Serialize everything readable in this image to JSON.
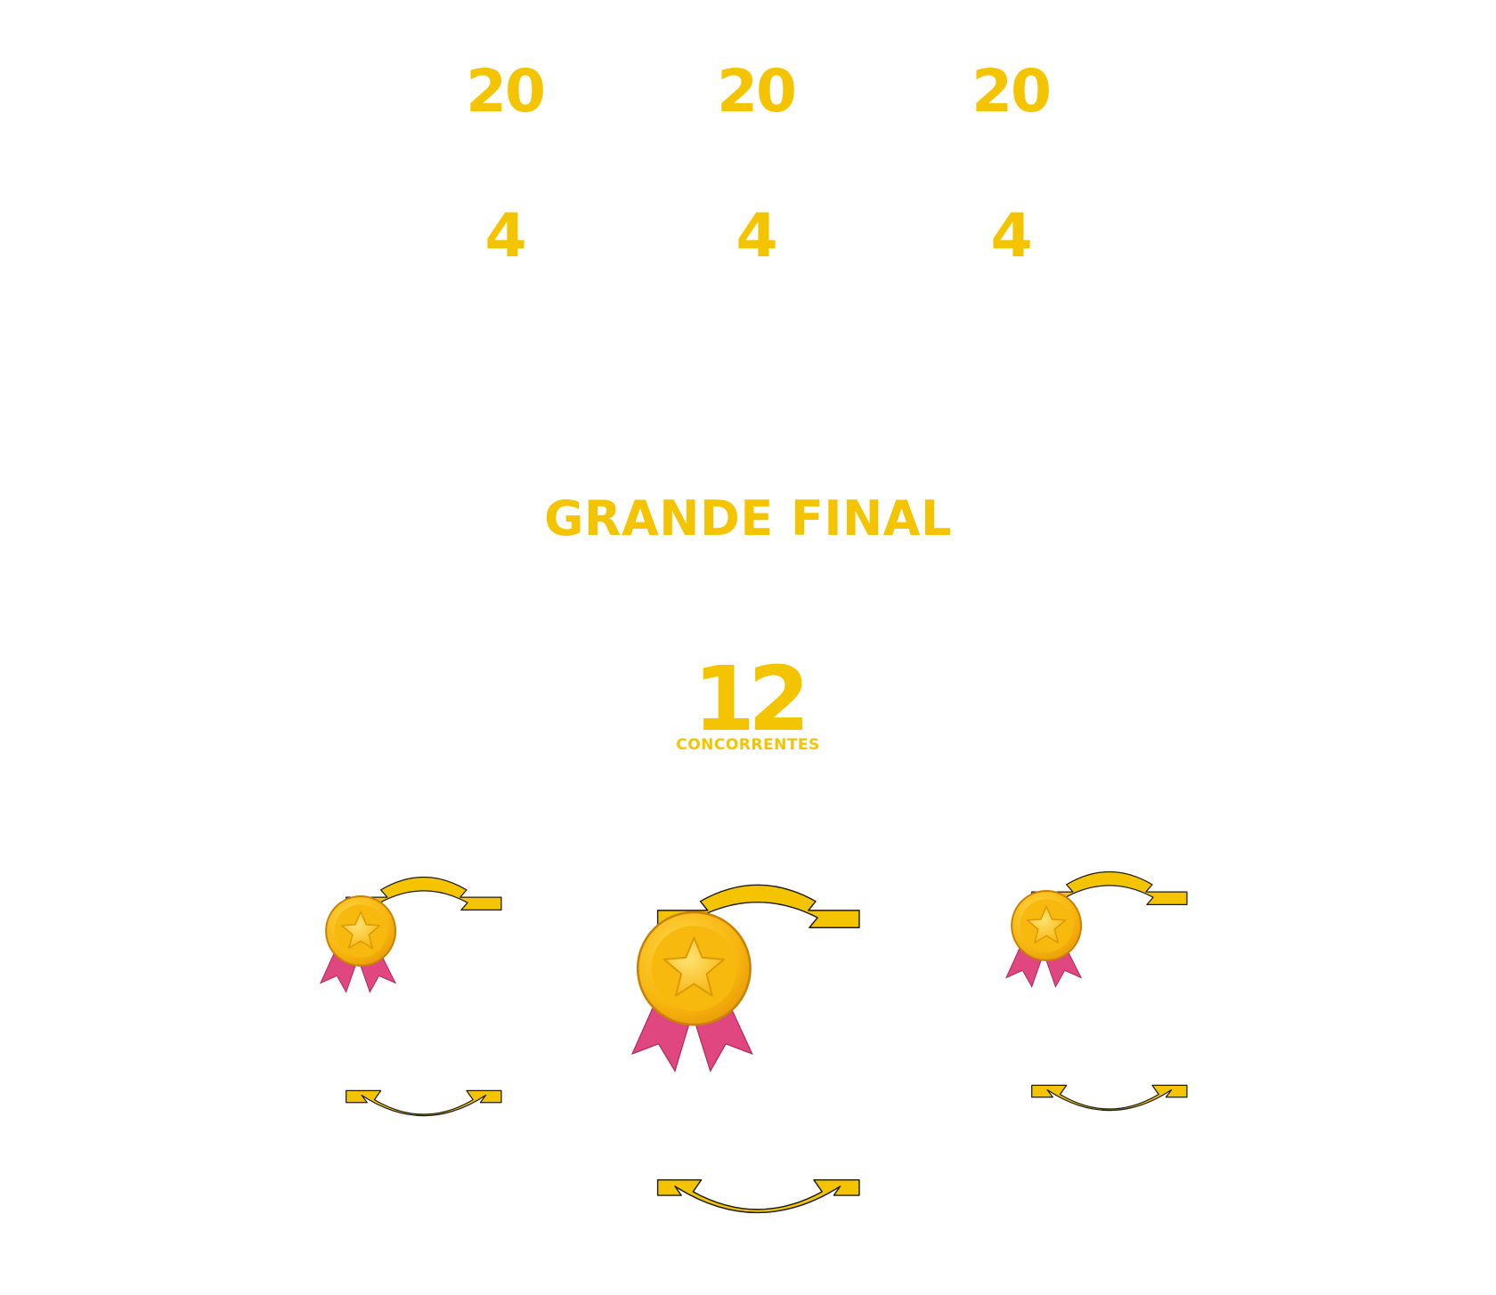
{
  "rows": {
    "top": [
      "20",
      "20",
      "20"
    ],
    "middle": [
      "4",
      "4",
      "4"
    ]
  },
  "final": {
    "title": "GRANDE FINAL",
    "count": "12",
    "count_label": "CONCORRENTES"
  },
  "awards": [
    {
      "icon": "medal-icon",
      "rank": "left"
    },
    {
      "icon": "medal-icon",
      "rank": "center"
    },
    {
      "icon": "medal-icon",
      "rank": "right"
    }
  ],
  "colors": {
    "accent": "#f5c400",
    "ribbon": "#e0467f",
    "outline": "#1c1c1c"
  }
}
